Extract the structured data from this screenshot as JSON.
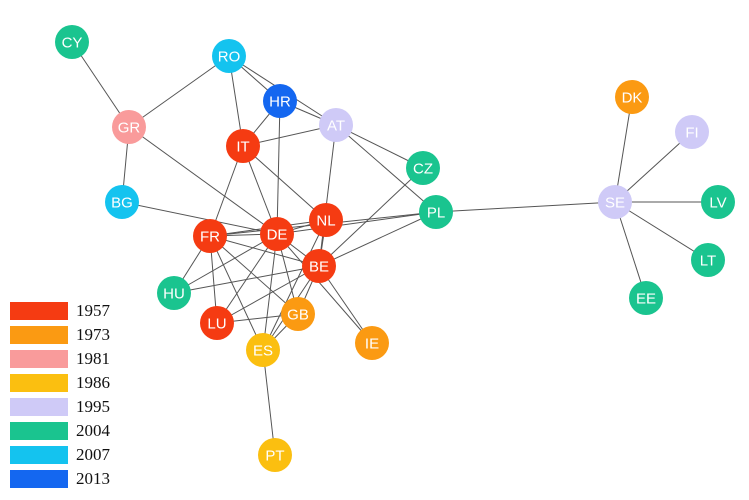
{
  "colors": {
    "1957": "#f53b12",
    "1973": "#fb9a12",
    "1981": "#f99b9b",
    "1986": "#fbbf10",
    "1995": "#cfcaf7",
    "2004": "#1ac48f",
    "2007": "#14c3ef",
    "2013": "#1467f0"
  },
  "legend": [
    "1957",
    "1973",
    "1981",
    "1986",
    "1995",
    "2004",
    "2007",
    "2013"
  ],
  "nodes": [
    {
      "id": "CY",
      "year": "2004"
    },
    {
      "id": "RO",
      "year": "2007"
    },
    {
      "id": "HR",
      "year": "2013"
    },
    {
      "id": "GR",
      "year": "1981"
    },
    {
      "id": "AT",
      "year": "1995"
    },
    {
      "id": "IT",
      "year": "1957"
    },
    {
      "id": "CZ",
      "year": "2004"
    },
    {
      "id": "BG",
      "year": "2007"
    },
    {
      "id": "NL",
      "year": "1957"
    },
    {
      "id": "PL",
      "year": "2004"
    },
    {
      "id": "FR",
      "year": "1957"
    },
    {
      "id": "DE",
      "year": "1957"
    },
    {
      "id": "BE",
      "year": "1957"
    },
    {
      "id": "HU",
      "year": "2004"
    },
    {
      "id": "GB",
      "year": "1973"
    },
    {
      "id": "LU",
      "year": "1957"
    },
    {
      "id": "IE",
      "year": "1973"
    },
    {
      "id": "ES",
      "year": "1986"
    },
    {
      "id": "PT",
      "year": "1986"
    },
    {
      "id": "DK",
      "year": "1973"
    },
    {
      "id": "FI",
      "year": "1995"
    },
    {
      "id": "SE",
      "year": "1995"
    },
    {
      "id": "LV",
      "year": "2004"
    },
    {
      "id": "LT",
      "year": "2004"
    },
    {
      "id": "EE",
      "year": "2004"
    }
  ],
  "edges": [
    [
      "CY",
      "GR"
    ],
    [
      "GR",
      "BG"
    ],
    [
      "GR",
      "RO"
    ],
    [
      "GR",
      "DE"
    ],
    [
      "RO",
      "IT"
    ],
    [
      "RO",
      "HR"
    ],
    [
      "RO",
      "AT"
    ],
    [
      "HR",
      "AT"
    ],
    [
      "HR",
      "IT"
    ],
    [
      "HR",
      "DE"
    ],
    [
      "AT",
      "IT"
    ],
    [
      "AT",
      "CZ"
    ],
    [
      "AT",
      "PL"
    ],
    [
      "AT",
      "BE"
    ],
    [
      "IT",
      "FR"
    ],
    [
      "IT",
      "DE"
    ],
    [
      "IT",
      "NL"
    ],
    [
      "CZ",
      "BE"
    ],
    [
      "BG",
      "DE"
    ],
    [
      "PL",
      "SE"
    ],
    [
      "PL",
      "FR"
    ],
    [
      "PL",
      "BE"
    ],
    [
      "PL",
      "DE"
    ],
    [
      "FR",
      "DE"
    ],
    [
      "FR",
      "NL"
    ],
    [
      "FR",
      "BE"
    ],
    [
      "FR",
      "HU"
    ],
    [
      "FR",
      "LU"
    ],
    [
      "FR",
      "ES"
    ],
    [
      "FR",
      "GB"
    ],
    [
      "DE",
      "NL"
    ],
    [
      "DE",
      "BE"
    ],
    [
      "DE",
      "LU"
    ],
    [
      "DE",
      "ES"
    ],
    [
      "DE",
      "GB"
    ],
    [
      "DE",
      "IE"
    ],
    [
      "DE",
      "HU"
    ],
    [
      "NL",
      "BE"
    ],
    [
      "NL",
      "ES"
    ],
    [
      "BE",
      "HU"
    ],
    [
      "BE",
      "GB"
    ],
    [
      "BE",
      "IE"
    ],
    [
      "BE",
      "LU"
    ],
    [
      "BE",
      "ES"
    ],
    [
      "GB",
      "ES"
    ],
    [
      "GB",
      "LU"
    ],
    [
      "ES",
      "PT"
    ],
    [
      "SE",
      "DK"
    ],
    [
      "SE",
      "FI"
    ],
    [
      "SE",
      "LV"
    ],
    [
      "SE",
      "LT"
    ],
    [
      "SE",
      "EE"
    ]
  ]
}
